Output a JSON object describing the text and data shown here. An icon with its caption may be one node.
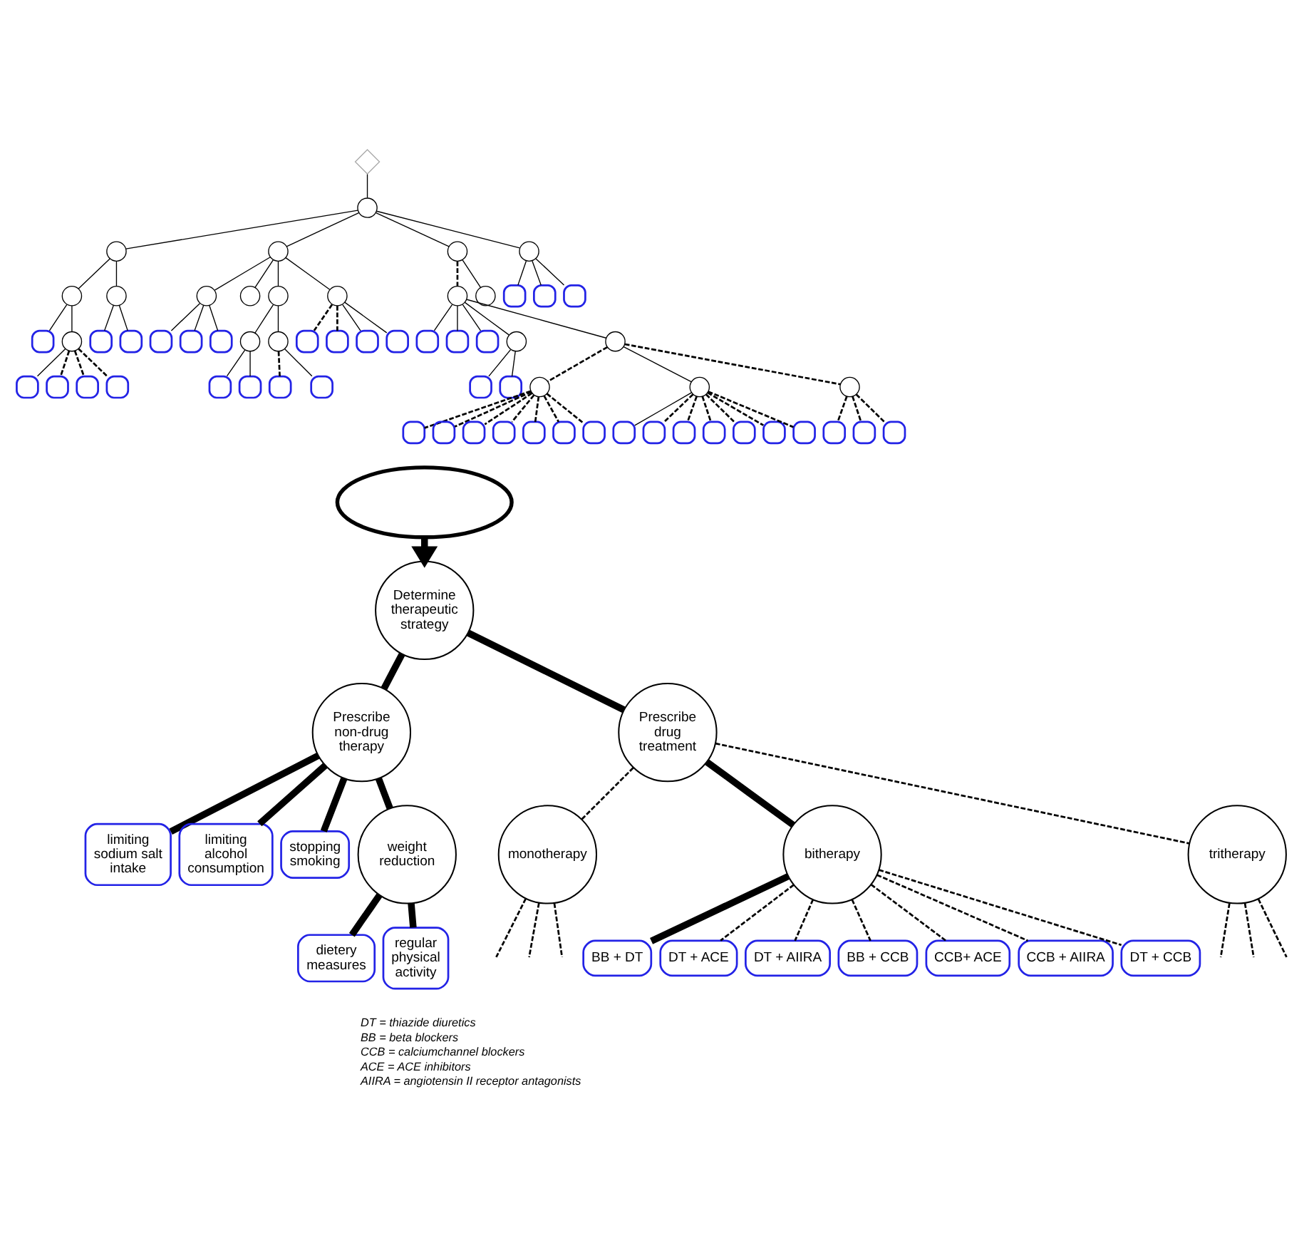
{
  "diagram": {
    "nodes": [
      {
        "text": [],
        "shape": "diamond"
      },
      {
        "text": [],
        "shape": "circle"
      },
      {
        "text": [],
        "shape": "circle"
      },
      {
        "text": [],
        "shape": "circle"
      },
      {
        "text": [],
        "shape": "box"
      },
      {
        "text": [],
        "shape": "circle"
      },
      {
        "text": [],
        "shape": "box"
      },
      {
        "text": [],
        "shape": "box"
      },
      {
        "text": [],
        "shape": "box"
      },
      {
        "text": [],
        "shape": "box"
      },
      {
        "text": [],
        "shape": "circle"
      },
      {
        "text": [],
        "shape": "box"
      },
      {
        "text": [],
        "shape": "box"
      },
      {
        "text": [],
        "shape": "circle"
      },
      {
        "text": [],
        "shape": "circle"
      },
      {
        "text": [],
        "shape": "box"
      },
      {
        "text": [],
        "shape": "box"
      },
      {
        "text": [],
        "shape": "box"
      },
      {
        "text": [],
        "shape": "circle"
      },
      {
        "text": [],
        "shape": "circle"
      },
      {
        "text": [],
        "shape": "circle"
      },
      {
        "text": [],
        "shape": "box"
      },
      {
        "text": [],
        "shape": "box"
      },
      {
        "text": [],
        "shape": "circle"
      },
      {
        "text": [],
        "shape": "box"
      },
      {
        "text": [],
        "shape": "box"
      },
      {
        "text": [],
        "shape": "circle"
      },
      {
        "text": [],
        "shape": "box"
      },
      {
        "text": [],
        "shape": "box"
      },
      {
        "text": [],
        "shape": "box"
      },
      {
        "text": [],
        "shape": "box"
      },
      {
        "text": [],
        "shape": "circle"
      },
      {
        "text": [],
        "shape": "circle"
      },
      {
        "text": [],
        "shape": "box"
      },
      {
        "text": [],
        "shape": "box"
      },
      {
        "text": [],
        "shape": "box"
      },
      {
        "text": [],
        "shape": "circle"
      },
      {
        "text": [],
        "shape": "box"
      },
      {
        "text": [],
        "shape": "box"
      },
      {
        "text": [],
        "shape": "circle"
      },
      {
        "text": [],
        "shape": "circle"
      },
      {
        "text": [],
        "shape": "circle"
      },
      {
        "text": [],
        "shape": "box"
      },
      {
        "text": [],
        "shape": "box"
      },
      {
        "text": [],
        "shape": "box"
      },
      {
        "text": [],
        "shape": "box"
      },
      {
        "text": [],
        "shape": "box"
      },
      {
        "text": [],
        "shape": "box"
      },
      {
        "text": [],
        "shape": "box"
      },
      {
        "text": [],
        "shape": "circle"
      },
      {
        "text": [],
        "shape": "box"
      },
      {
        "text": [],
        "shape": "box"
      },
      {
        "text": [],
        "shape": "box"
      },
      {
        "text": [],
        "shape": "box"
      },
      {
        "text": [],
        "shape": "box"
      },
      {
        "text": [],
        "shape": "box"
      },
      {
        "text": [],
        "shape": "box"
      },
      {
        "text": [],
        "shape": "circle"
      },
      {
        "text": [],
        "shape": "box"
      },
      {
        "text": [],
        "shape": "box"
      },
      {
        "text": [],
        "shape": "box"
      },
      {
        "text": [],
        "shape": "circle"
      },
      {
        "text": [],
        "shape": "box"
      },
      {
        "text": [],
        "shape": "box"
      },
      {
        "text": [],
        "shape": "box"
      },
      {
        "text": [],
        "shape": "ellipse"
      },
      {
        "text": [
          "Determine therapeutic strategy"
        ]
      },
      {
        "text": [
          "Prescribe non-drug therapy"
        ]
      },
      {
        "text": [
          "Prescribe drug treatment"
        ]
      },
      {
        "text": [
          "limiting sodium salt intake"
        ]
      },
      {
        "text": [
          "limiting alcohol consumption"
        ]
      },
      {
        "text": [
          "stopping smoking"
        ]
      },
      {
        "text": [
          "weight reduction"
        ]
      },
      {
        "text": [
          "dietery measures"
        ]
      },
      {
        "text": [
          "regular physical activity"
        ]
      },
      {
        "text": [
          "monotherapy"
        ]
      },
      {
        "text": [
          "bitherapy"
        ]
      },
      {
        "text": [
          "tritherapy"
        ]
      },
      {
        "text": [
          "BB + DT"
        ]
      },
      {
        "text": [
          "DT + ACE"
        ]
      },
      {
        "text": [
          "DT + AIIRA"
        ]
      },
      {
        "text": [
          "BB + CCB"
        ]
      },
      {
        "text": [
          "CCB+ ACE"
        ]
      },
      {
        "text": [
          "CCB + AIIRA"
        ]
      },
      {
        "text": [
          "DT + CCB"
        ]
      }
    ],
    "edges": [
      {
        "from": 0,
        "to": 1,
        "arrow": "none"
      },
      {
        "from": 1,
        "to": 2,
        "arrow": "none"
      },
      {
        "from": 1,
        "to": 13,
        "arrow": "none"
      },
      {
        "from": 1,
        "to": 31,
        "arrow": "none"
      },
      {
        "from": 1,
        "to": 61,
        "arrow": "none"
      },
      {
        "from": 2,
        "to": 3,
        "arrow": "none"
      },
      {
        "from": 2,
        "to": 10,
        "arrow": "none"
      },
      {
        "from": 3,
        "to": 4,
        "arrow": "none"
      },
      {
        "from": 3,
        "to": 5,
        "arrow": "none"
      },
      {
        "from": 5,
        "to": 6,
        "arrow": "none"
      },
      {
        "from": 5,
        "to": 7,
        "arrow": "none",
        "style": "dashed"
      },
      {
        "from": 5,
        "to": 8,
        "arrow": "none",
        "style": "dashed"
      },
      {
        "from": 5,
        "to": 9,
        "arrow": "none",
        "style": "dashed"
      },
      {
        "from": 10,
        "to": 11,
        "arrow": "none"
      },
      {
        "from": 10,
        "to": 12,
        "arrow": "none"
      },
      {
        "from": 13,
        "to": 14,
        "arrow": "none"
      },
      {
        "from": 13,
        "to": 18,
        "arrow": "none"
      },
      {
        "from": 13,
        "to": 19,
        "arrow": "none"
      },
      {
        "from": 13,
        "to": 26,
        "arrow": "none"
      },
      {
        "from": 14,
        "to": 15,
        "arrow": "none"
      },
      {
        "from": 14,
        "to": 16,
        "arrow": "none"
      },
      {
        "from": 14,
        "to": 17,
        "arrow": "none"
      },
      {
        "from": 19,
        "to": 20,
        "arrow": "none"
      },
      {
        "from": 19,
        "to": 23,
        "arrow": "none"
      },
      {
        "from": 20,
        "to": 21,
        "arrow": "none"
      },
      {
        "from": 20,
        "to": 22,
        "arrow": "none"
      },
      {
        "from": 23,
        "to": 24,
        "arrow": "none",
        "style": "dashed"
      },
      {
        "from": 23,
        "to": 25,
        "arrow": "none"
      },
      {
        "from": 26,
        "to": 27,
        "arrow": "none",
        "style": "dashed"
      },
      {
        "from": 26,
        "to": 28,
        "arrow": "none",
        "style": "dashed"
      },
      {
        "from": 26,
        "to": 29,
        "arrow": "none"
      },
      {
        "from": 26,
        "to": 30,
        "arrow": "none"
      },
      {
        "from": 31,
        "to": 32,
        "arrow": "none",
        "style": "dashed"
      },
      {
        "from": 31,
        "to": 39,
        "arrow": "none"
      },
      {
        "from": 32,
        "to": 33,
        "arrow": "none"
      },
      {
        "from": 32,
        "to": 34,
        "arrow": "none"
      },
      {
        "from": 32,
        "to": 35,
        "arrow": "none"
      },
      {
        "from": 32,
        "to": 36,
        "arrow": "none"
      },
      {
        "from": 36,
        "to": 37,
        "arrow": "none"
      },
      {
        "from": 36,
        "to": 38,
        "arrow": "none"
      },
      {
        "from": 32,
        "to": 40,
        "arrow": "none"
      },
      {
        "from": 40,
        "to": 41,
        "arrow": "none",
        "style": "dashed"
      },
      {
        "from": 40,
        "to": 49,
        "arrow": "none"
      },
      {
        "from": 40,
        "to": 57,
        "arrow": "none",
        "style": "dashed"
      },
      {
        "from": 41,
        "to": 42,
        "arrow": "none",
        "style": "dashed"
      },
      {
        "from": 41,
        "to": 43,
        "arrow": "none",
        "style": "dashed"
      },
      {
        "from": 41,
        "to": 44,
        "arrow": "none",
        "style": "dashed"
      },
      {
        "from": 41,
        "to": 45,
        "arrow": "none",
        "style": "dashed"
      },
      {
        "from": 41,
        "to": 46,
        "arrow": "none",
        "style": "dashed"
      },
      {
        "from": 41,
        "to": 47,
        "arrow": "none",
        "style": "dashed"
      },
      {
        "from": 41,
        "to": 48,
        "arrow": "none",
        "style": "dashed"
      },
      {
        "from": 49,
        "to": 50,
        "arrow": "none"
      },
      {
        "from": 49,
        "to": 51,
        "arrow": "none",
        "style": "dashed"
      },
      {
        "from": 49,
        "to": 52,
        "arrow": "none",
        "style": "dashed"
      },
      {
        "from": 49,
        "to": 53,
        "arrow": "none",
        "style": "dashed"
      },
      {
        "from": 49,
        "to": 54,
        "arrow": "none",
        "style": "dashed"
      },
      {
        "from": 49,
        "to": 55,
        "arrow": "none",
        "style": "dashed"
      },
      {
        "from": 49,
        "to": 56,
        "arrow": "none",
        "style": "dashed"
      },
      {
        "from": 57,
        "to": 58,
        "arrow": "none",
        "style": "dashed"
      },
      {
        "from": 57,
        "to": 59,
        "arrow": "none",
        "style": "dashed"
      },
      {
        "from": 57,
        "to": 60,
        "arrow": "none",
        "style": "dashed"
      },
      {
        "from": 61,
        "to": 62,
        "arrow": "none"
      },
      {
        "from": 61,
        "to": 63,
        "arrow": "none"
      },
      {
        "from": 61,
        "to": 64,
        "arrow": "none"
      },
      {
        "from": 65,
        "to": 66,
        "arrow": "to",
        "style": "thick"
      },
      {
        "from": 66,
        "to": 67,
        "arrow": "none",
        "style": "thick"
      },
      {
        "from": 66,
        "to": 68,
        "arrow": "none",
        "style": "thick"
      },
      {
        "from": 67,
        "to": 69,
        "arrow": "none",
        "style": "thick"
      },
      {
        "from": 67,
        "to": 70,
        "arrow": "none",
        "style": "thick"
      },
      {
        "from": 67,
        "to": 71,
        "arrow": "none",
        "style": "thick"
      },
      {
        "from": 67,
        "to": 72,
        "arrow": "none",
        "style": "thick"
      },
      {
        "from": 72,
        "to": 73,
        "arrow": "none",
        "style": "thick"
      },
      {
        "from": 72,
        "to": 74,
        "arrow": "none",
        "style": "thick"
      },
      {
        "from": 68,
        "to": 75,
        "arrow": "none",
        "style": "dashed"
      },
      {
        "from": 68,
        "to": 76,
        "arrow": "none",
        "style": "thick"
      },
      {
        "from": 68,
        "to": 77,
        "arrow": "none",
        "style": "dashed"
      },
      {
        "from": 75,
        "to": null,
        "arrow": "none",
        "style": "dashed"
      },
      {
        "from": 75,
        "to": null,
        "arrow": "none",
        "style": "dashed"
      },
      {
        "from": 75,
        "to": null,
        "arrow": "none",
        "style": "dashed"
      },
      {
        "from": 76,
        "to": 78,
        "arrow": "none",
        "style": "thick"
      },
      {
        "from": 76,
        "to": 79,
        "arrow": "none",
        "style": "dashed"
      },
      {
        "from": 76,
        "to": 80,
        "arrow": "none",
        "style": "dashed"
      },
      {
        "from": 76,
        "to": 81,
        "arrow": "none",
        "style": "dashed"
      },
      {
        "from": 76,
        "to": 82,
        "arrow": "none",
        "style": "dashed"
      },
      {
        "from": 76,
        "to": 83,
        "arrow": "none",
        "style": "dashed"
      },
      {
        "from": 76,
        "to": 84,
        "arrow": "none",
        "style": "dashed"
      },
      {
        "from": 77,
        "to": null,
        "arrow": "none",
        "style": "dashed"
      },
      {
        "from": 77,
        "to": null,
        "arrow": "none",
        "style": "dashed"
      },
      {
        "from": 77,
        "to": null,
        "arrow": "none",
        "style": "dashed"
      }
    ],
    "labels": [
      "DT = thiazide diuretics",
      "BB = beta blockers",
      "CCB = calciumchannel blockers",
      "ACE = ACE inhibitors",
      "AIIRA = angiotensin II receptor antagonists"
    ]
  }
}
